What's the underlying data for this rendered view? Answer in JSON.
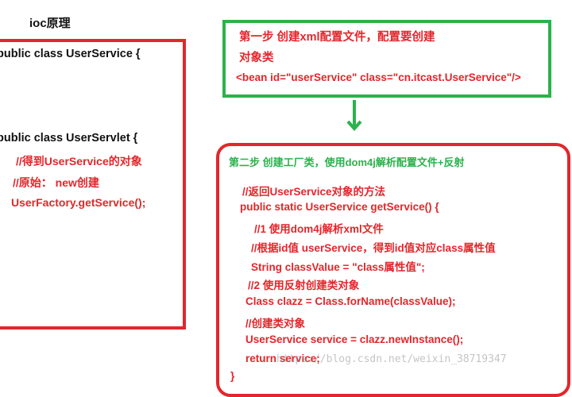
{
  "title": "ioc原理",
  "left_panel": {
    "lines": [
      "public class UserService {",
      "public class UserServlet {",
      "//得到UserService的对象",
      "//原始： new创建",
      "UserFactory.getService();"
    ]
  },
  "step1": {
    "heading_line1": "第一步 创建xml配置文件，配置要创建",
    "heading_line2": "对象类",
    "xml": "<bean id=\"userService\"  class=\"cn.itcast.UserService\"/>"
  },
  "step2": {
    "heading": "第二步 创建工厂类，使用dom4j解析配置文件+反射",
    "code_lines": [
      "//返回UserService对象的方法",
      "public static UserService getService() {",
      "//1 使用dom4j解析xml文件",
      "//根据id值 userService，得到id值对应class属性值",
      "String  classValue = \"class属性值\";",
      "//2 使用反射创建类对象",
      "Class clazz = Class.forName(classValue);",
      "//创建类对象",
      "UserService service = clazz.newInstance();",
      "return service;",
      "}"
    ]
  },
  "watermark": "https://blog.csdn.net/weixin_38719347",
  "colors": {
    "red": "#e3262b",
    "green": "#2bb24c"
  }
}
